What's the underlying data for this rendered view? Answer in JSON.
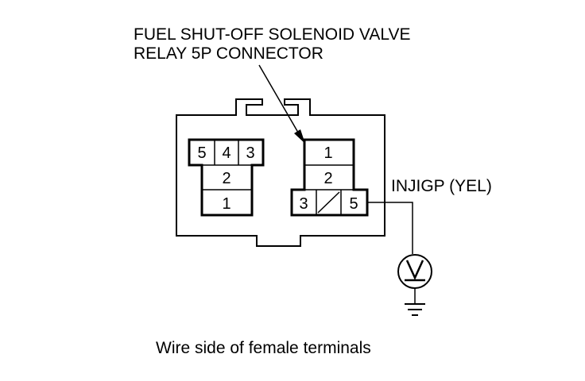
{
  "title": {
    "line1": "FUEL SHUT-OFF SOLENOID VALVE",
    "line2": "RELAY 5P CONNECTOR"
  },
  "connector": {
    "left_block_pins": [
      "5",
      "4",
      "3",
      "2",
      "1"
    ],
    "right_block_pins": [
      "1",
      "2",
      "3",
      "5"
    ]
  },
  "wire_label": "INJIGP (YEL)",
  "meter": {
    "symbol": "V",
    "icon": "voltmeter-icon"
  },
  "ground_icon": "ground-icon",
  "caption": "Wire side of female terminals"
}
